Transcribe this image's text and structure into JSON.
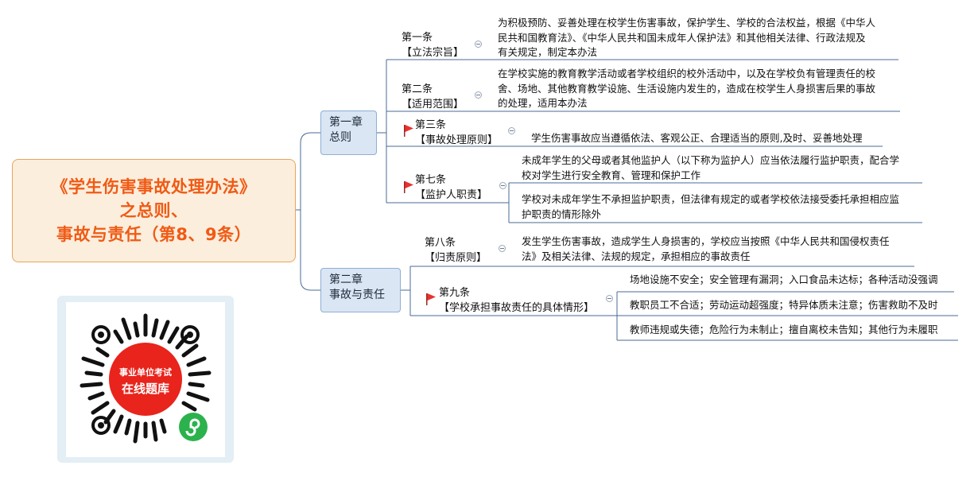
{
  "central_title": {
    "line1": "《学生伤害事故处理办法》",
    "line2": "之总则、",
    "line3": "事故与责任（第8、9条）"
  },
  "chapters": {
    "ch1": {
      "line1": "第一章",
      "line2": "总则"
    },
    "ch2": {
      "line1": "第二章",
      "line2": "事故与责任"
    }
  },
  "articles": {
    "a1": {
      "number": "第一条",
      "topic": "【立法宗旨】"
    },
    "a2": {
      "number": "第二条",
      "topic": "【适用范围】"
    },
    "a3": {
      "number": "第三条",
      "topic": "【事故处理原则】"
    },
    "a7": {
      "number": "第七条",
      "topic": "【监护人职责】"
    },
    "a8": {
      "number": "第八条",
      "topic": "【归责原则】"
    },
    "a9": {
      "number": "第九条",
      "topic": "【学校承担事故责任的具体情形】"
    }
  },
  "details": {
    "a1": [
      "为积极预防、妥善处理在校学生伤害事故，保护学生、学校的合法权益，根据《中华人",
      "民共和国教育法》、《中华人民共和国未成年人保护法》和其他相关法律、行政法规及",
      "有关规定，制定本办法"
    ],
    "a2": [
      "在学校实施的教育教学活动或者学校组织的校外活动中，以及在学校负有管理责任的校",
      "舍、场地、其他教育教学设施、生活设施内发生的，造成在校学生人身损害后果的事故",
      "的处理，适用本办法"
    ],
    "a3": [
      "学生伤害事故应当遵循依法、客观公正、合理适当的原则,及时、妥善地处理"
    ],
    "a7_1": [
      "未成年学生的父母或者其他监护人（以下称为监护人）应当依法履行监护职责，配合学",
      "校对学生进行安全教育、管理和保护工作"
    ],
    "a7_2": [
      "学校对未成年学生不承担监护职责，但法律有规定的或者学校依法接受委托承担相应监",
      "护职责的情形除外"
    ],
    "a8": [
      "发生学生伤害事故，造成学生人身损害的，学校应当按照《中华人民共和国侵权责任",
      "法》及相关法律、法规的规定，承担相应的事故责任"
    ],
    "a9_1": "场地设施不安全；安全管理有漏洞；入口食品未达标；各种活动没强调",
    "a9_2": "教职员工不合适；劳动运动超强度；特异体质未注意；伤害救助不及时",
    "a9_3": "教师违规或失德；危险行为未制止；擅自离校未告知；其他行为未履职"
  },
  "qr": {
    "line1": "事业单位考试",
    "line2": "在线题库"
  },
  "colors": {
    "central_text": "#f05a14",
    "central_fill": "#fbeedd",
    "chapter_fill": "#dbe6f4",
    "line": "#4a6b96",
    "flag": "#e8322e",
    "qr_badge": "#e8241c"
  }
}
